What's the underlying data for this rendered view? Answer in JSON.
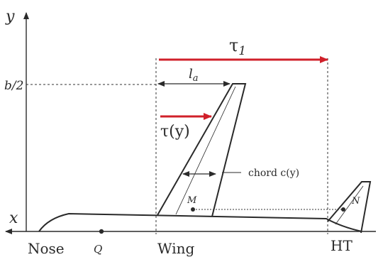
{
  "axes": {
    "y_label": "y",
    "x_label": "x"
  },
  "labels": {
    "half_span": "b/2",
    "la": "l",
    "la_sub": "a",
    "tau1": "τ",
    "tau1_sub": "1",
    "tau_y": "τ(y)",
    "chord": "chord c(y)",
    "M": "M",
    "N": "N",
    "nose": "Nose",
    "Q": "Q",
    "wing": "Wing",
    "ht": "HT"
  },
  "colors": {
    "ink": "#2a2a2a",
    "arrow_red": "#d0202a",
    "dotted": "#333333"
  }
}
